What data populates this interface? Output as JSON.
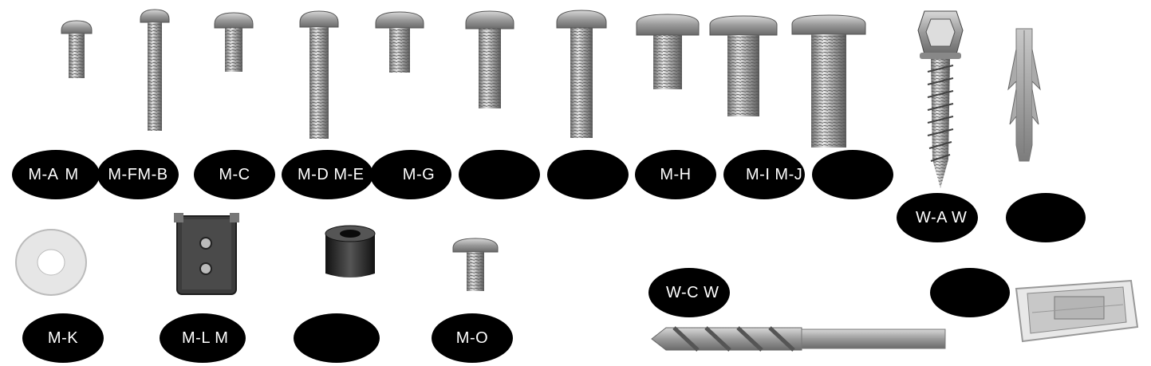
{
  "labels": {
    "ma": "M-A",
    "mf_mb": "M-FM-B",
    "mc": "M-C",
    "md_me": "M-D M-E",
    "mg": "M-G",
    "mh": "M-H",
    "mi_mj": "M-I M-J",
    "wa": "W-A W",
    "mk": "M-K",
    "ml": "M-L M",
    "mo": "M-O",
    "wc": "W-C W"
  }
}
